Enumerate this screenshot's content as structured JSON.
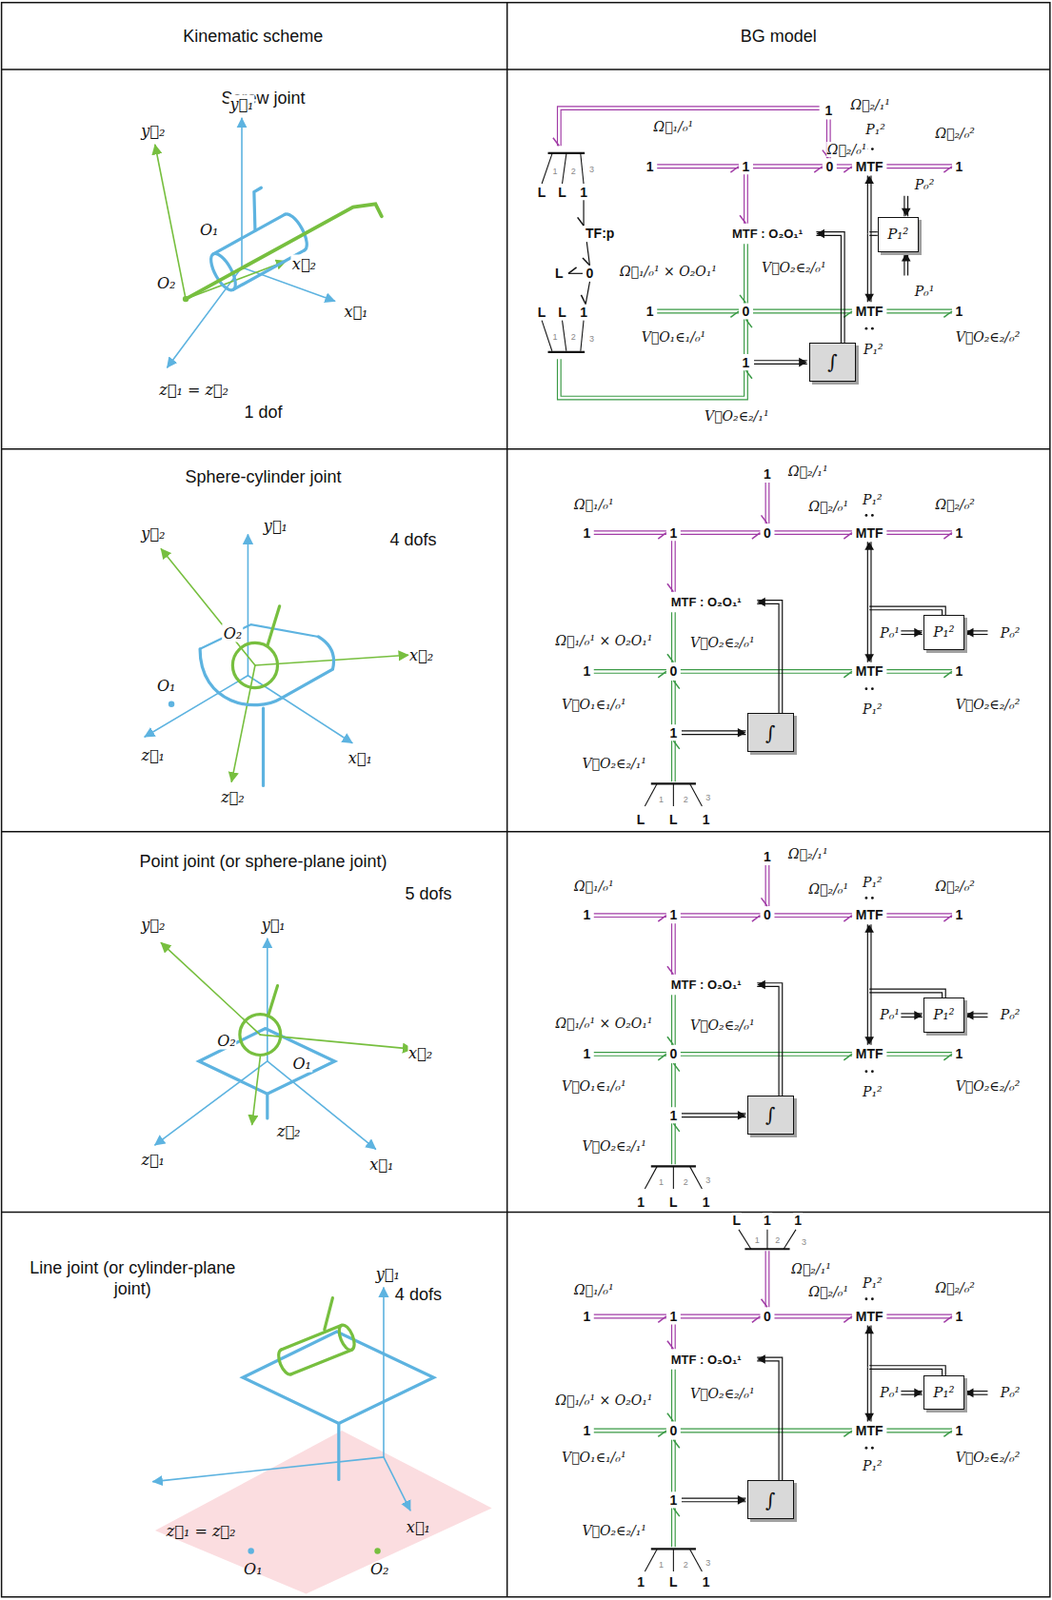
{
  "diagram": {
    "nodes": [
      {
        "text": [
          "Kinematic scheme"
        ]
      },
      {
        "text": [
          "BG model"
        ]
      },
      {
        "text": [
          "Screw joint",
          "1 dof"
        ]
      },
      {
        "text": []
      },
      {
        "text": [
          "P₁²"
        ],
        "in": 3
      },
      {
        "text": [
          "∫"
        ],
        "in": 3
      },
      {
        "text": [
          "Sphere-cylinder joint",
          "4 dofs"
        ]
      },
      {
        "text": []
      },
      {
        "text": [
          "P₁²"
        ],
        "in": 7
      },
      {
        "text": [
          "∫"
        ],
        "in": 7
      },
      {
        "text": [
          "Point joint (or sphere-plane joint)",
          "5 dofs"
        ]
      },
      {
        "text": []
      },
      {
        "text": [
          "P₁²"
        ],
        "in": 11
      },
      {
        "text": [
          "∫"
        ],
        "in": 11
      },
      {
        "text": [
          "Line joint (or cylinder-plane joint)",
          "4 dofs"
        ]
      },
      {
        "text": []
      },
      {
        "text": [
          "P₁²"
        ],
        "in": 15
      },
      {
        "text": [
          "∫"
        ],
        "in": 15
      }
    ],
    "labels": [
      "y⃗₁",
      "y⃗₂",
      "O₁",
      "O₂",
      "x⃗₂",
      "x⃗₁",
      "z⃗₁ = z⃗₂",
      "1",
      "Ω⃗₂/₁¹",
      "Ω⃗₁/₀¹",
      "Ω⃗₂/₀¹",
      "P₁²",
      "Ω⃗₂/₀²",
      "1",
      "1",
      "0",
      "MTF",
      "1",
      "L",
      "L",
      "1",
      "1",
      "2",
      "3",
      "TF:p",
      "L",
      "0",
      "L",
      "L",
      "1",
      "1",
      "2",
      "3",
      "MTF : O₂O₁¹",
      "Ω⃗₁/₀¹ × O₂O₁¹",
      "V⃗O₂∈₂/₀¹",
      "1",
      "0",
      "MTF",
      "1",
      "V⃗O₁∈₁/₀¹",
      "P₁²",
      "V⃗O₂∈₂/₀²",
      "1",
      "V⃗O₂∈₂/₁¹",
      "P₀²",
      "P₀¹",
      "y⃗₁",
      "y⃗₂",
      "O₂",
      "O₁",
      "x⃗₂",
      "z⃗₁",
      "x⃗₁",
      "z⃗₂",
      "1",
      "Ω⃗₂/₁¹",
      "Ω⃗₁/₀¹",
      "Ω⃗₂/₀¹",
      "P₁²",
      "Ω⃗₂/₀²",
      "1",
      "1",
      "0",
      "MTF",
      "1",
      "MTF : O₂O₁¹",
      "Ω⃗₁/₀¹ × O₂O₁¹",
      "V⃗O₂∈₂/₀¹",
      "1",
      "0",
      "MTF",
      "1",
      "V⃗O₁∈₁/₀¹",
      "P₁²",
      "V⃗O₂∈₂/₀²",
      "1",
      "V⃗O₂∈₂/₁¹",
      "L",
      "L",
      "1",
      "1",
      "2",
      "3",
      "P₀¹",
      "P₀²",
      "y⃗₂",
      "y⃗₁",
      "O₂",
      "O₁",
      "x⃗₂",
      "z⃗₂",
      "z⃗₁",
      "x⃗₁",
      "1",
      "Ω⃗₂/₁¹",
      "Ω⃗₁/₀¹",
      "Ω⃗₂/₀¹",
      "P₁²",
      "Ω⃗₂/₀²",
      "1",
      "1",
      "0",
      "MTF",
      "1",
      "MTF : O₂O₁¹",
      "Ω⃗₁/₀¹ × O₂O₁¹",
      "V⃗O₂∈₂/₀¹",
      "1",
      "0",
      "MTF",
      "1",
      "V⃗O₁∈₁/₀¹",
      "P₁²",
      "V⃗O₂∈₂/₀²",
      "1",
      "V⃗O₂∈₂/₁¹",
      "1",
      "L",
      "1",
      "1",
      "2",
      "3",
      "P₀¹",
      "P₀²",
      "y⃗₁",
      "z⃗₁ = z⃗₂",
      "x⃗₁",
      "O₁",
      "O₂",
      "L",
      "1",
      "1",
      "1",
      "2",
      "3",
      "Ω⃗₂/₁¹",
      "Ω⃗₁/₀¹",
      "Ω⃗₂/₀¹",
      "P₁²",
      "Ω⃗₂/₀²",
      "1",
      "1",
      "0",
      "MTF",
      "1",
      "MTF : O₂O₁¹",
      "Ω⃗₁/₀¹ × O₂O₁¹",
      "V⃗O₂∈₂/₀¹",
      "1",
      "0",
      "MTF",
      "1",
      "V⃗O₁∈₁/₀¹",
      "P₁²",
      "V⃗O₂∈₂/₀²",
      "1",
      "V⃗O₂∈₂/₁¹",
      "1",
      "L",
      "1",
      "1",
      "2",
      "3",
      "P₀¹",
      "P₀²"
    ]
  }
}
